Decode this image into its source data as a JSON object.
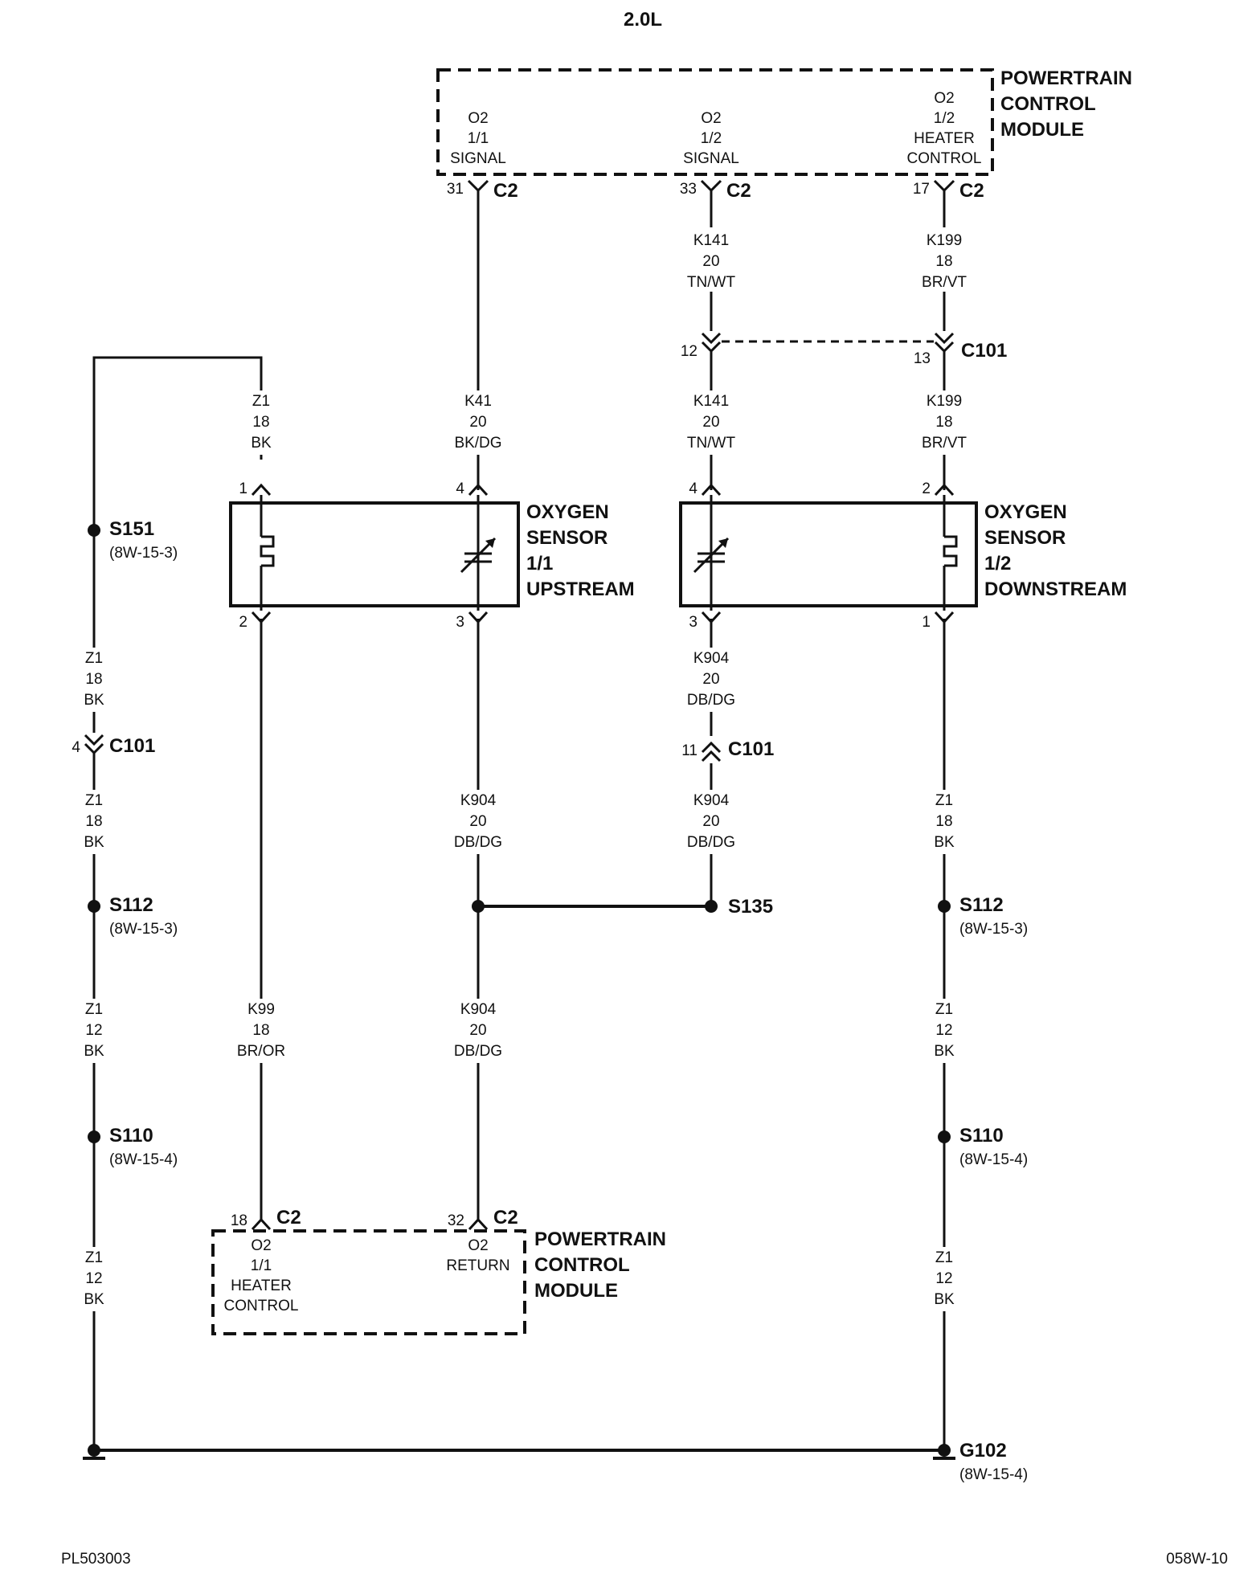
{
  "title": "2.0L",
  "footer": {
    "left_code": "PL503003",
    "right_code": "058W-10"
  },
  "modules": {
    "pcm_top": {
      "name_lines": [
        "POWERTRAIN",
        "CONTROL",
        "MODULE"
      ],
      "pin_labels": {
        "o2_11_signal": [
          "O2",
          "1/1",
          "SIGNAL"
        ],
        "o2_12_signal": [
          "O2",
          "1/2",
          "SIGNAL"
        ],
        "o2_12_heater": [
          "O2",
          "1/2",
          "HEATER",
          "CONTROL"
        ]
      }
    },
    "pcm_bottom": {
      "name_lines": [
        "POWERTRAIN",
        "CONTROL",
        "MODULE"
      ],
      "pin_labels": {
        "o2_11_heater": [
          "O2",
          "1/1",
          "HEATER",
          "CONTROL"
        ],
        "o2_return": [
          "O2",
          "RETURN"
        ]
      }
    }
  },
  "sensors": {
    "upstream": {
      "name_lines": [
        "OXYGEN",
        "SENSOR",
        "1/1",
        "UPSTREAM"
      ]
    },
    "downstream": {
      "name_lines": [
        "OXYGEN",
        "SENSOR",
        "1/2",
        "DOWNSTREAM"
      ]
    }
  },
  "connectors": {
    "c2_pin31": {
      "pin": "31",
      "name": "C2"
    },
    "c2_pin33": {
      "pin": "33",
      "name": "C2"
    },
    "c2_pin17": {
      "pin": "17",
      "name": "C2"
    },
    "c101_pin12": {
      "pin": "12"
    },
    "c101_pin13": {
      "pin": "13",
      "name": "C101"
    },
    "c101_pin4": {
      "pin": "4",
      "name": "C101"
    },
    "c101_pin11": {
      "pin": "11",
      "name": "C101"
    },
    "c2_pin18": {
      "pin": "18",
      "name": "C2"
    },
    "c2_pin32": {
      "pin": "32",
      "name": "C2"
    }
  },
  "sensor_pins": {
    "up_1": "1",
    "up_4": "4",
    "up_2": "2",
    "up_3": "3",
    "down_4": "4",
    "down_2": "2",
    "down_3": "3",
    "down_1": "1"
  },
  "wires": {
    "k141_top": [
      "K141",
      "20",
      "TN/WT"
    ],
    "k199_top": [
      "K199",
      "18",
      "BR/VT"
    ],
    "z1_a": [
      "Z1",
      "18",
      "BK"
    ],
    "k41": [
      "K41",
      "20",
      "BK/DG"
    ],
    "k141_mid": [
      "K141",
      "20",
      "TN/WT"
    ],
    "k199_mid": [
      "K199",
      "18",
      "BR/VT"
    ],
    "z1_b": [
      "Z1",
      "18",
      "BK"
    ],
    "k904_a": [
      "K904",
      "20",
      "DB/DG"
    ],
    "z1_c": [
      "Z1",
      "18",
      "BK"
    ],
    "k904_b": [
      "K904",
      "20",
      "DB/DG"
    ],
    "k904_c": [
      "K904",
      "20",
      "DB/DG"
    ],
    "z1_d": [
      "Z1",
      "18",
      "BK"
    ],
    "z1_e": [
      "Z1",
      "12",
      "BK"
    ],
    "k99": [
      "K99",
      "18",
      "BR/OR"
    ],
    "k904_d": [
      "K904",
      "20",
      "DB/DG"
    ],
    "z1_f": [
      "Z1",
      "12",
      "BK"
    ],
    "z1_g": [
      "Z1",
      "12",
      "BK"
    ],
    "z1_h": [
      "Z1",
      "12",
      "BK"
    ]
  },
  "splices": {
    "s151": {
      "name": "S151",
      "ref": "(8W-15-3)"
    },
    "s112_left": {
      "name": "S112",
      "ref": "(8W-15-3)"
    },
    "s110_left": {
      "name": "S110",
      "ref": "(8W-15-4)"
    },
    "s135": {
      "name": "S135"
    },
    "s112_right": {
      "name": "S112",
      "ref": "(8W-15-3)"
    },
    "s110_right": {
      "name": "S110",
      "ref": "(8W-15-4)"
    }
  },
  "ground": {
    "name": "G102",
    "ref": "(8W-15-4)"
  }
}
